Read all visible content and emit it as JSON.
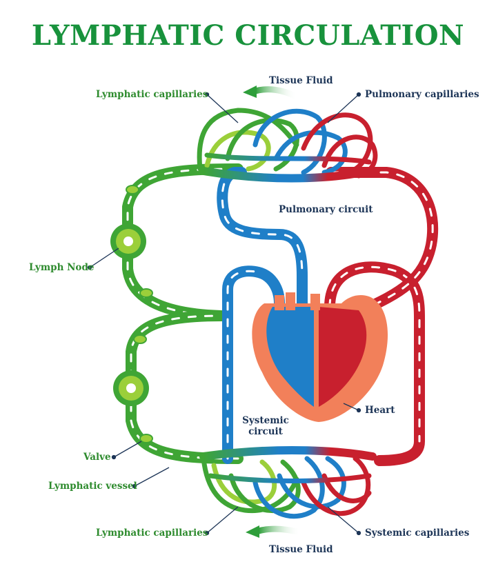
{
  "title": "LYMPHATIC CIRCULATION",
  "labels": {
    "lymphatic_capillaries_top": "Lymphatic capillaries",
    "tissue_fluid_top": "Tissue Fluid",
    "pulmonary_capillaries": "Pulmonary capillaries",
    "pulmonary_circuit": "Pulmonary circuit",
    "lymph_node": "Lymph Node",
    "heart": "Heart",
    "systemic_circuit_line1": "Systemic",
    "systemic_circuit_line2": "circuit",
    "valve": "Valve",
    "lymphatic_vessel": "Lymphatic vessel",
    "lymphatic_capillaries_bottom": "Lymphatic capillaries",
    "systemic_capillaries": "Systemic capillaries",
    "tissue_fluid_bottom": "Tissue Fluid"
  },
  "colors": {
    "title": "#18923c",
    "lymph_green": "#3fa535",
    "lymph_light": "#9bcf3a",
    "blood_blue": "#1f7fc8",
    "blood_red": "#c8202e",
    "heart_orange": "#f2805a",
    "label_green": "#2e8b2e",
    "label_navy": "#1d3557"
  }
}
